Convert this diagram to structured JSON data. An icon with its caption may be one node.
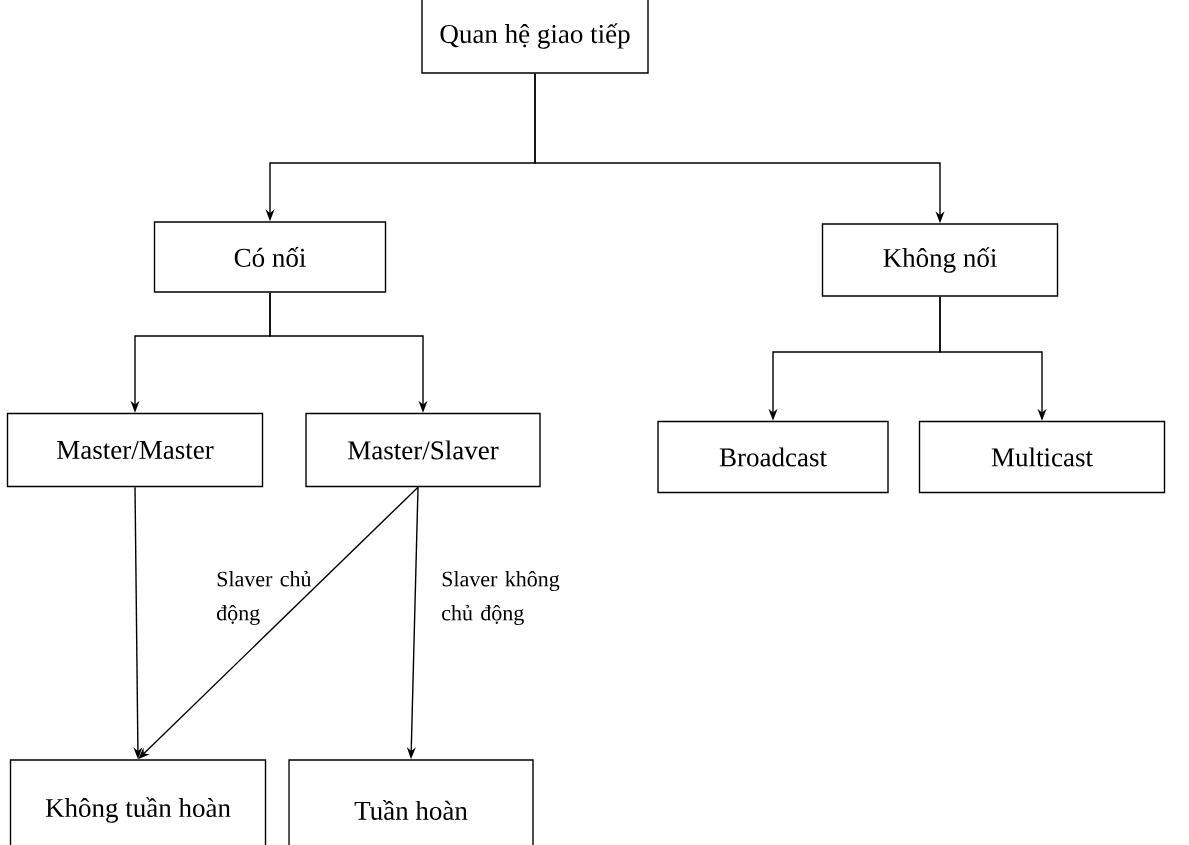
{
  "diagram": {
    "nodes": [
      {
        "text": [
          "Quan hệ giao tiếp"
        ]
      },
      {
        "text": [
          "Có nối"
        ]
      },
      {
        "text": [
          "Không nối"
        ]
      },
      {
        "text": [
          "Master/Master"
        ]
      },
      {
        "text": [
          "Master/Slaver"
        ]
      },
      {
        "text": [
          "Broadcast"
        ]
      },
      {
        "text": [
          "Multicast"
        ]
      },
      {
        "text": [
          "Không tuần hoàn"
        ]
      },
      {
        "text": [
          "Tuần hoàn"
        ]
      }
    ],
    "edges": [
      {
        "from": 0,
        "to": 1,
        "arrow": "to"
      },
      {
        "from": 0,
        "to": 2,
        "arrow": "to"
      },
      {
        "from": 1,
        "to": 3,
        "arrow": "to"
      },
      {
        "from": 1,
        "to": 4,
        "arrow": "to"
      },
      {
        "from": 2,
        "to": 5,
        "arrow": "to"
      },
      {
        "from": 2,
        "to": 6,
        "arrow": "to"
      },
      {
        "from": 3,
        "to": 7,
        "arrow": "to"
      },
      {
        "from": 4,
        "to": 7,
        "arrow": "to",
        "label": "Slaver chủ động"
      },
      {
        "from": 4,
        "to": 8,
        "arrow": "to",
        "label": "Slaver không chủ động"
      }
    ]
  }
}
